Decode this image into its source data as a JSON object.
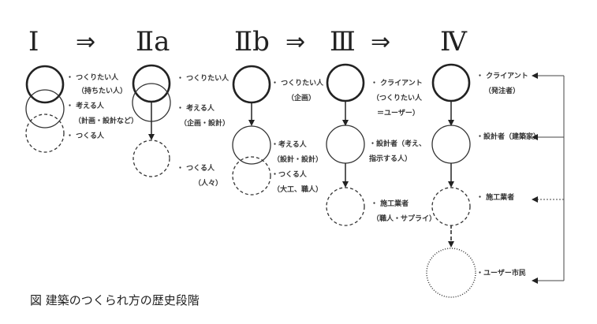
{
  "stages": {
    "s1": {
      "numeral": "I",
      "labels": [
        "・ つくりたい人",
        "（持ちたい人）",
        "・ 考える人",
        "（計画・設計など）",
        "・ つくる人"
      ]
    },
    "s2a": {
      "numeral": "Ⅱa",
      "labels": [
        "・ つくりたい人",
        "・ 考える人",
        "（企画・設計）",
        "・ つくる人",
        "（人々）"
      ]
    },
    "s2b": {
      "numeral": "Ⅱb",
      "labels": [
        "・ つくりたい人",
        "（企画）",
        "・考える人",
        "（設計・設計）",
        "・つくる人",
        "（大工、職人）"
      ]
    },
    "s3": {
      "numeral": "Ⅲ",
      "labels": [
        "・ クライアント",
        "（つくりたい人",
        "＝ユーザー）",
        "・設計者（考え、",
        "指示する人）",
        "・ 施工業者",
        "（職人・サプライ）"
      ]
    },
    "s4": {
      "numeral": "Ⅳ",
      "labels": [
        "・ クライアント",
        "（発注者）",
        "・設計者（建築家）",
        "・ 施工業者",
        "・ユーザー市民"
      ]
    }
  },
  "transition_arrow": "⇒",
  "caption": "図 建築のつくられ方の歴史段階"
}
